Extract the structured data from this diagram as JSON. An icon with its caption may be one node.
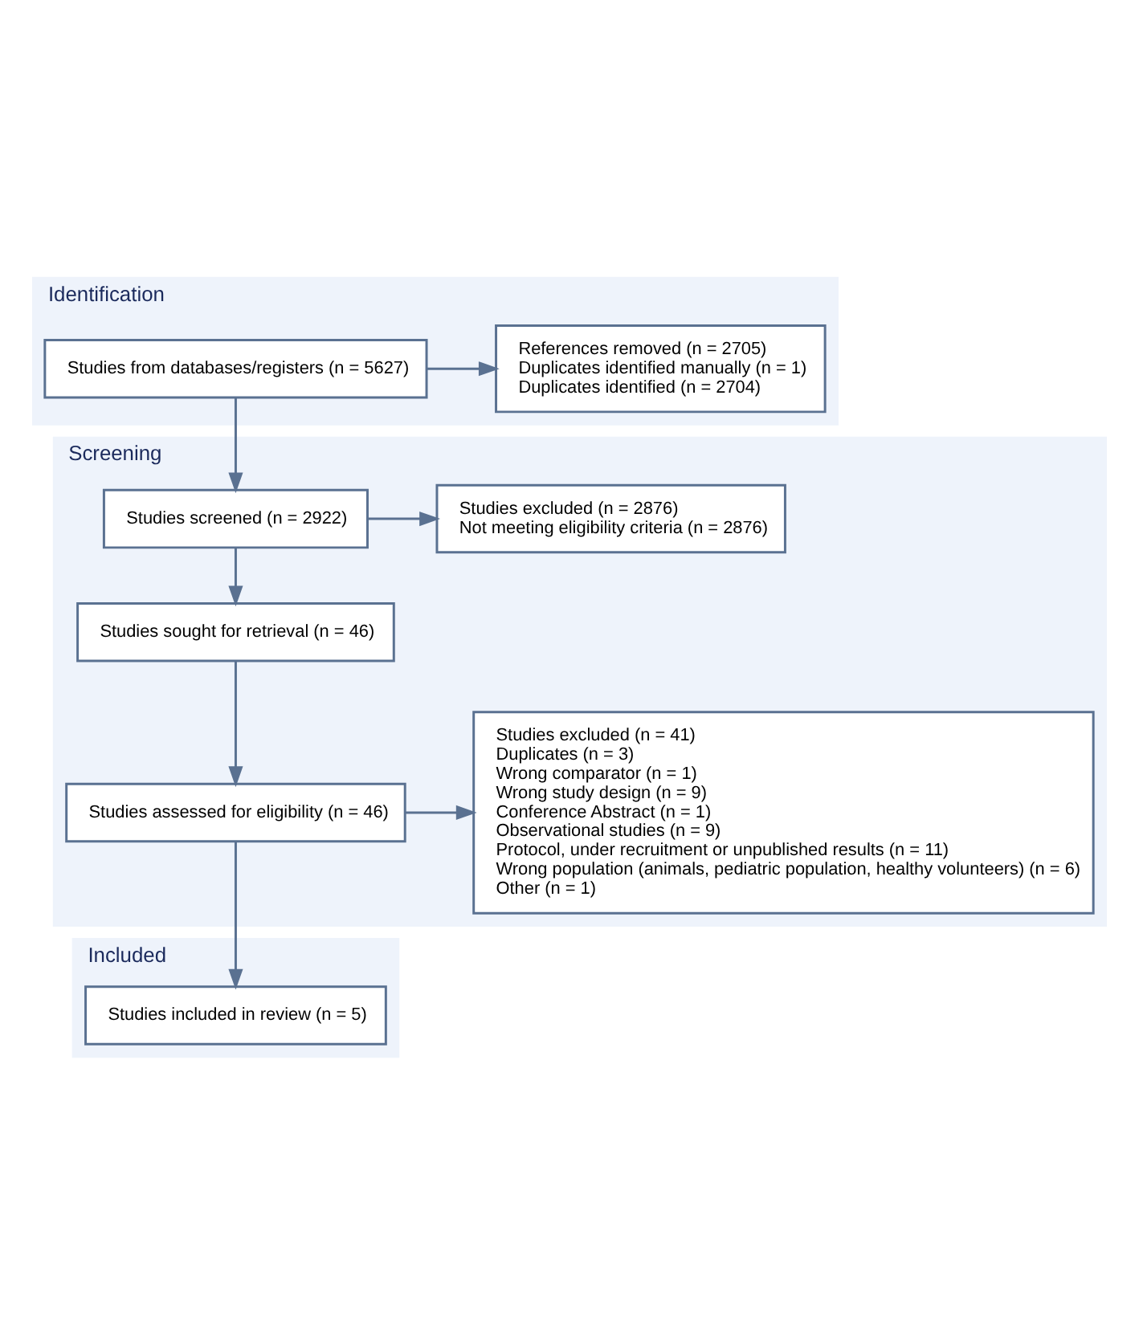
{
  "diagram": {
    "nodes": [
      {
        "text": [
          "Identification"
        ]
      },
      {
        "text": [
          "Studies from databases/registers (n = 5627)"
        ],
        "in": 0
      },
      {
        "text": [
          "References removed (n = 2705)",
          "Duplicates identified manually (n = 1)",
          "Duplicates identified (n = 2704)"
        ],
        "in": 0
      },
      {
        "text": [
          "Screening"
        ]
      },
      {
        "text": [
          "Studies screened (n = 2922)"
        ],
        "in": 3
      },
      {
        "text": [
          "Studies excluded (n = 2876)",
          "Not meeting eligibility criteria (n = 2876)"
        ],
        "in": 3
      },
      {
        "text": [
          "Studies sought for retrieval (n = 46)"
        ],
        "in": 3
      },
      {
        "text": [
          "Studies assessed for eligibility (n = 46)"
        ],
        "in": 3
      },
      {
        "text": [
          "Studies excluded (n = 41)",
          "Duplicates (n = 3)",
          "Wrong comparator (n = 1)",
          "Wrong study design (n = 9)",
          "Conference Abstract (n = 1)",
          "Observational studies (n = 9)",
          "Protocol, under recruitment or unpublished results (n = 11)",
          "Wrong population (animals, pediatric population, healthy volunteers) (n = 6)",
          "Other (n = 1)"
        ],
        "in": 3
      },
      {
        "text": [
          "Included"
        ]
      },
      {
        "text": [
          "Studies included in review (n = 5)"
        ],
        "in": 9
      }
    ],
    "edges": [
      {
        "from": 1,
        "to": 4,
        "arrow": "to"
      },
      {
        "from": 1,
        "to": 2,
        "arrow": "to"
      },
      {
        "from": 4,
        "to": 5,
        "arrow": "to"
      },
      {
        "from": 4,
        "to": 6,
        "arrow": "to"
      },
      {
        "from": 6,
        "to": 7,
        "arrow": "to"
      },
      {
        "from": 7,
        "to": 8,
        "arrow": "to"
      },
      {
        "from": 7,
        "to": 10,
        "arrow": "to"
      }
    ]
  }
}
